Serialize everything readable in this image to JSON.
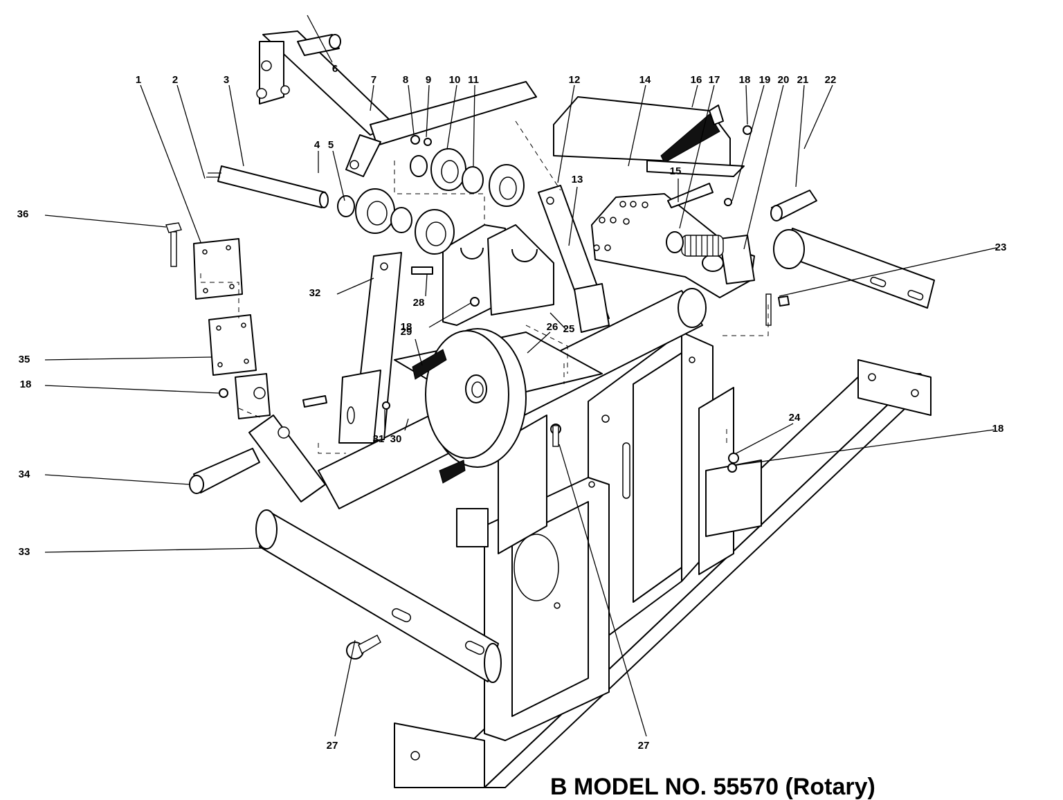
{
  "diagram": {
    "callouts": [
      {
        "id": "c1",
        "label": "1"
      },
      {
        "id": "c2",
        "label": "2"
      },
      {
        "id": "c3",
        "label": "3"
      },
      {
        "id": "c4",
        "label": "4"
      },
      {
        "id": "c5",
        "label": "5"
      },
      {
        "id": "c6",
        "label": "6"
      },
      {
        "id": "c7",
        "label": "7"
      },
      {
        "id": "c8",
        "label": "8"
      },
      {
        "id": "c9",
        "label": "9"
      },
      {
        "id": "c10",
        "label": "10"
      },
      {
        "id": "c11",
        "label": "11"
      },
      {
        "id": "c12",
        "label": "12"
      },
      {
        "id": "c13",
        "label": "13"
      },
      {
        "id": "c14",
        "label": "14"
      },
      {
        "id": "c15",
        "label": "15"
      },
      {
        "id": "c16",
        "label": "16"
      },
      {
        "id": "c17",
        "label": "17"
      },
      {
        "id": "c18a",
        "label": "18"
      },
      {
        "id": "c19",
        "label": "19"
      },
      {
        "id": "c20",
        "label": "20"
      },
      {
        "id": "c21",
        "label": "21"
      },
      {
        "id": "c22",
        "label": "22"
      },
      {
        "id": "c23",
        "label": "23"
      },
      {
        "id": "c24",
        "label": "24"
      },
      {
        "id": "c18b",
        "label": "18"
      },
      {
        "id": "c27a",
        "label": "27"
      },
      {
        "id": "c27b",
        "label": "27"
      },
      {
        "id": "c33",
        "label": "33"
      },
      {
        "id": "c34",
        "label": "34"
      },
      {
        "id": "c18c",
        "label": "18"
      },
      {
        "id": "c35",
        "label": "35"
      },
      {
        "id": "c36",
        "label": "36"
      },
      {
        "id": "c32",
        "label": "32"
      },
      {
        "id": "c28",
        "label": "28"
      },
      {
        "id": "c18d",
        "label": "18"
      },
      {
        "id": "c29",
        "label": "29"
      },
      {
        "id": "c26",
        "label": "26"
      },
      {
        "id": "c25",
        "label": "25"
      },
      {
        "id": "c31",
        "label": "31"
      },
      {
        "id": "c30",
        "label": "30"
      }
    ]
  },
  "footer": {
    "text": "B MODEL NO. 55570 (Rotary)"
  }
}
